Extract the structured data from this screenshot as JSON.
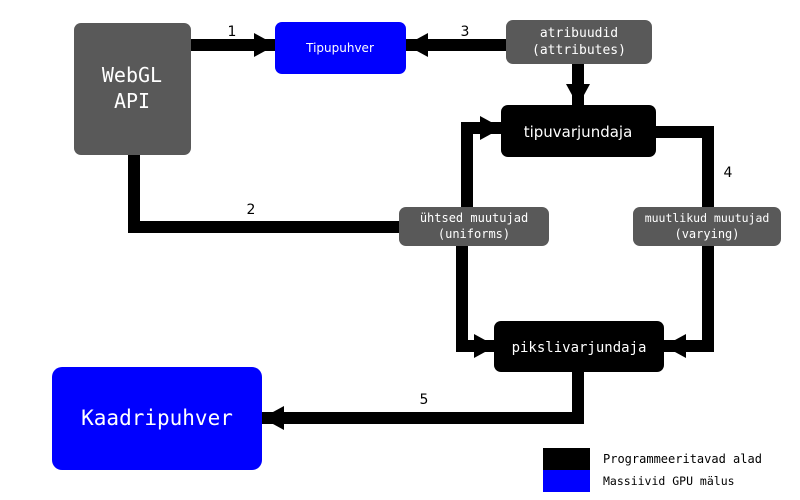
{
  "nodes": {
    "webgl_api": {
      "line1": "WebGL",
      "line2": "API"
    },
    "vertex_buffer": {
      "label": "Tipupuhver"
    },
    "attributes": {
      "line1": "atribuudid",
      "line2": "(attributes)"
    },
    "vertex_shader": {
      "label": "tipuvarjundaja"
    },
    "uniforms": {
      "line1": "ühtsed muutujad",
      "line2": "(uniforms)"
    },
    "varying": {
      "line1": "muutlikud muutujad",
      "line2": "(varying)"
    },
    "fragment_shader": {
      "label": "pikslivarjundaja"
    },
    "framebuffer": {
      "label": "Kaadripuhver"
    }
  },
  "edges": {
    "e1": "1",
    "e2": "2",
    "e3": "3",
    "e4": "4",
    "e5": "5"
  },
  "legend": {
    "programmable": "Programmeeritavad alad",
    "gpu_arrays": "Massiivid GPU mälus"
  },
  "colors": {
    "programmable": "#000000",
    "gpu_memory": "#0000ff",
    "data_node": "#595959",
    "arrow": "#000000"
  }
}
